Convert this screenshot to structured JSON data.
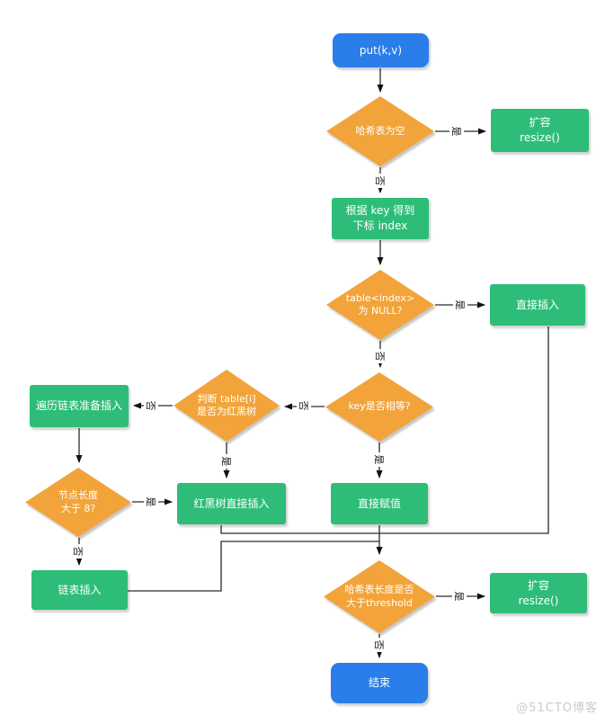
{
  "nodes": {
    "start": {
      "label": "put(k,v)"
    },
    "hash_empty": {
      "label": "哈希表为空"
    },
    "resize_top": {
      "label": "扩容\nresize()"
    },
    "calc_index": {
      "label": "根据 key 得到\n下标 index"
    },
    "table_null": {
      "label": "table<index>\n为 NULL?"
    },
    "direct_insert": {
      "label": "直接插入"
    },
    "key_equal": {
      "label": "key是否相等?"
    },
    "is_rbtree": {
      "label": "判断 table[i]\n是否为红黑树"
    },
    "traverse_list": {
      "label": "遍历链表准备插入"
    },
    "len_gt8": {
      "label": "节点长度\n大于 8?"
    },
    "rbtree_insert": {
      "label": "红黑树直接插入"
    },
    "direct_assign": {
      "label": "直接赋值"
    },
    "list_insert": {
      "label": "链表插入"
    },
    "gt_threshold": {
      "label": "哈希表长度是否\n大于threshold"
    },
    "resize_bottom": {
      "label": "扩容\nresize()"
    },
    "end": {
      "label": "结束"
    }
  },
  "edge_labels": {
    "yes": "是",
    "no": "否"
  },
  "watermark": {
    "text": "@51CTO博客"
  },
  "colors": {
    "start_end": "#2b7de9",
    "decision": "#f2a43a",
    "process": "#2ebd78",
    "connector": "#2b2b2b"
  }
}
